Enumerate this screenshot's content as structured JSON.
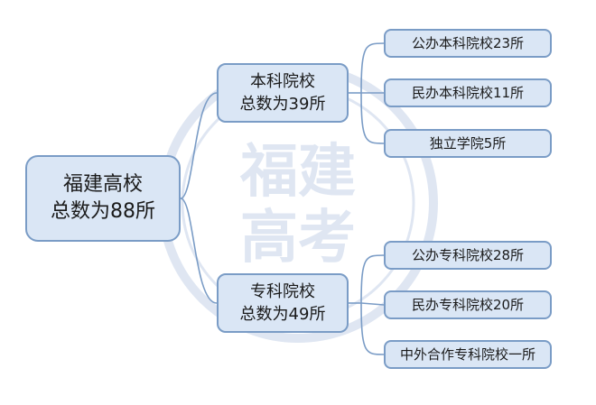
{
  "root": {
    "line1": "福建高校",
    "line2": "总数为88所"
  },
  "branches": [
    {
      "line1": "本科院校",
      "line2": "总数为39所",
      "children": [
        "公办本科院校23所",
        "民办本科院校11所",
        "独立学院5所"
      ]
    },
    {
      "line1": "专科院校",
      "line2": "总数为49所",
      "children": [
        "公办专科院校28所",
        "民办专科院校20所",
        "中外合作专科院校一所"
      ]
    }
  ],
  "watermark": {
    "line1": "福建",
    "line2": "高考"
  },
  "colors": {
    "node_fill": "#dae6f5",
    "node_border": "#7a9cc6",
    "connector": "#7a9cc6",
    "watermark": "#c6d3e8"
  }
}
